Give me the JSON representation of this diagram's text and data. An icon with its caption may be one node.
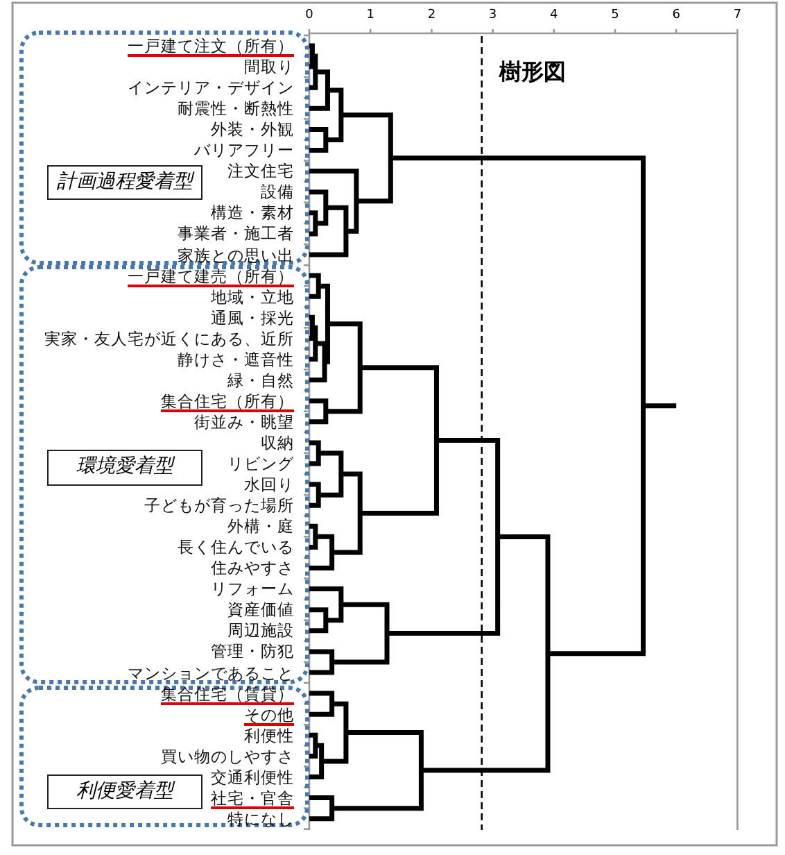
{
  "diagram": {
    "title": "樹形図",
    "nodes": [
      {
        "text": [
          "一戸建て注文（所有）",
          "間取り",
          "インテリア・デザイン",
          "耐震性・断熱性",
          "外装・外観",
          "バリアフリー",
          "注文住宅",
          "設備",
          "構造・素材",
          "事業者・施工者",
          "家族との思い出"
        ]
      },
      {
        "text": [
          "計画過程愛着型"
        ],
        "in": 0
      },
      {
        "text": [
          "一戸建て建売（所有）",
          "地域・立地",
          "通風・採光",
          "実家・友人宅が近くにある、近所",
          "静けさ・遮音性",
          "緑・自然",
          "集合住宅（所有）",
          "街並み・眺望",
          "収納",
          "リビング",
          "水回り",
          "子どもが育った場所",
          "外構・庭",
          "長く住んでいる",
          "住みやすさ",
          "リフォーム",
          "資産価値",
          "周辺施設",
          "管理・防犯",
          "マンションであること"
        ]
      },
      {
        "text": [
          "環境愛着型"
        ],
        "in": 2
      },
      {
        "text": [
          "集合住宅（賃貸）",
          "その他",
          "利便性",
          "買い物のしやすさ",
          "交通利便性",
          "社宅・官舎",
          "特になし"
        ]
      },
      {
        "text": [
          "利便愛着型"
        ],
        "in": 4
      }
    ],
    "edges": [],
    "labels": [
      "0",
      "1",
      "2",
      "3",
      "4",
      "5",
      "6",
      "7"
    ]
  }
}
